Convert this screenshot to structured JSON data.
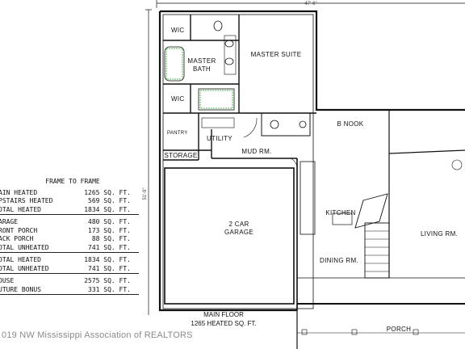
{
  "plan": {
    "overall_dimension_top": "47'-6\"",
    "overall_dimension_left": "51'-9\"",
    "rooms": {
      "wic_top": "WIC",
      "wic_bottom": "WIC",
      "master_bath": "MASTER\nBATH",
      "master_suite": "MASTER SUITE",
      "pantry": "PANTRY",
      "utility": "UTILITY",
      "storage": "STORAGE",
      "mud_room": "MUD RM.",
      "b_nook": "B NOOK",
      "kitchen": "KITCHEN",
      "garage": "2 CAR\nGARAGE",
      "living": "LIVING RM.",
      "dining": "DINING RM.",
      "porch": "PORCH"
    }
  },
  "schedule": {
    "title": "FRAME TO FRAME",
    "rows": [
      {
        "label": "AIN HEATED",
        "value": "1265 SQ. FT."
      },
      {
        "label": "PSTAIRS HEATED",
        "value": "569 SQ. FT."
      },
      {
        "label": "OTAL HEATED",
        "value": "1834 SQ. FT."
      },
      {
        "label": "ARAGE",
        "value": "480 SQ. FT."
      },
      {
        "label": "RONT PORCH",
        "value": "173 SQ. FT."
      },
      {
        "label": "ACK PORCH",
        "value": "88 SQ. FT."
      },
      {
        "label": "OTAL UNHEATED",
        "value": "741 SQ. FT."
      },
      {
        "label": "OTAL HEATED",
        "value": "1834 SQ. FT."
      },
      {
        "label": "OTAL UNHEATED",
        "value": "741 SQ. FT."
      },
      {
        "label": "OUSE",
        "value": "2575 SQ. FT."
      },
      {
        "label": "UTURE BONUS",
        "value": "331 SQ. FT."
      }
    ]
  },
  "caption": {
    "line1": "MAIN FLOOR",
    "line2": "1265 HEATED SQ. FT."
  },
  "watermark": "019 NW Mississippi Association of REALTORS"
}
